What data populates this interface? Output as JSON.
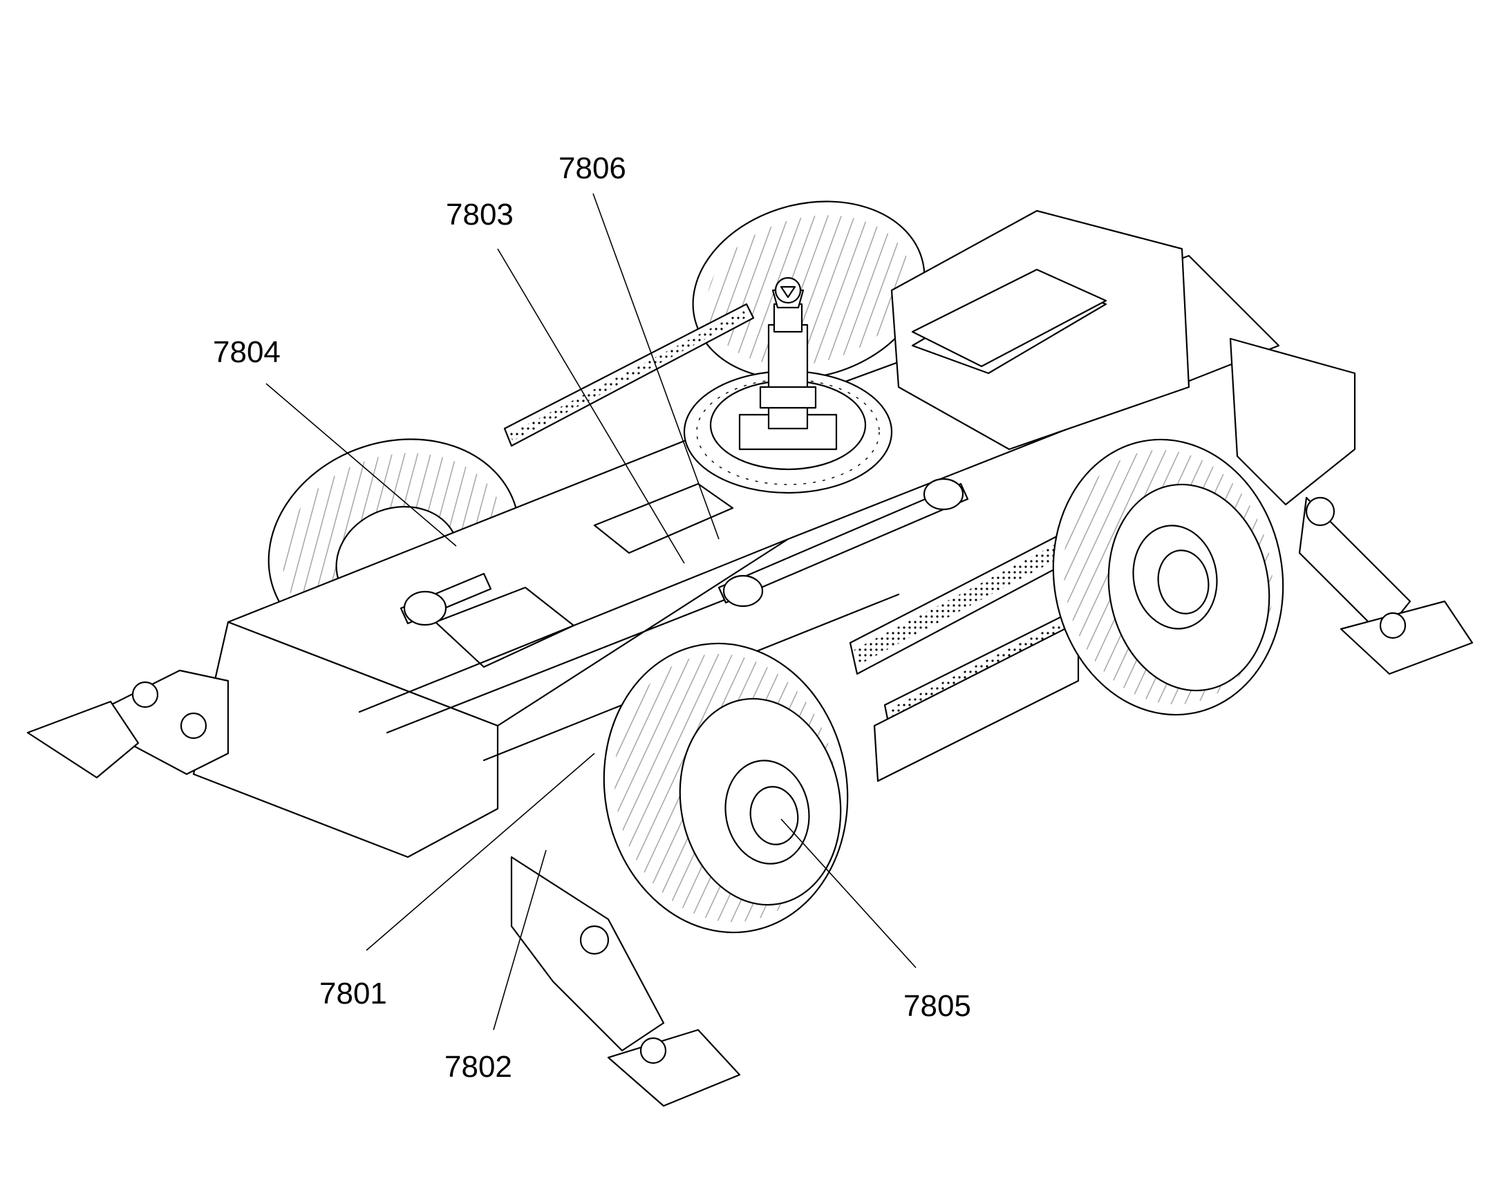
{
  "callouts": [
    {
      "id": "7801",
      "label": "7801"
    },
    {
      "id": "7802",
      "label": "7802"
    },
    {
      "id": "7803",
      "label": "7803"
    },
    {
      "id": "7804",
      "label": "7804"
    },
    {
      "id": "7805",
      "label": "7805"
    },
    {
      "id": "7806",
      "label": "7806"
    }
  ],
  "colors": {
    "line": "#000000",
    "background": "#ffffff"
  }
}
